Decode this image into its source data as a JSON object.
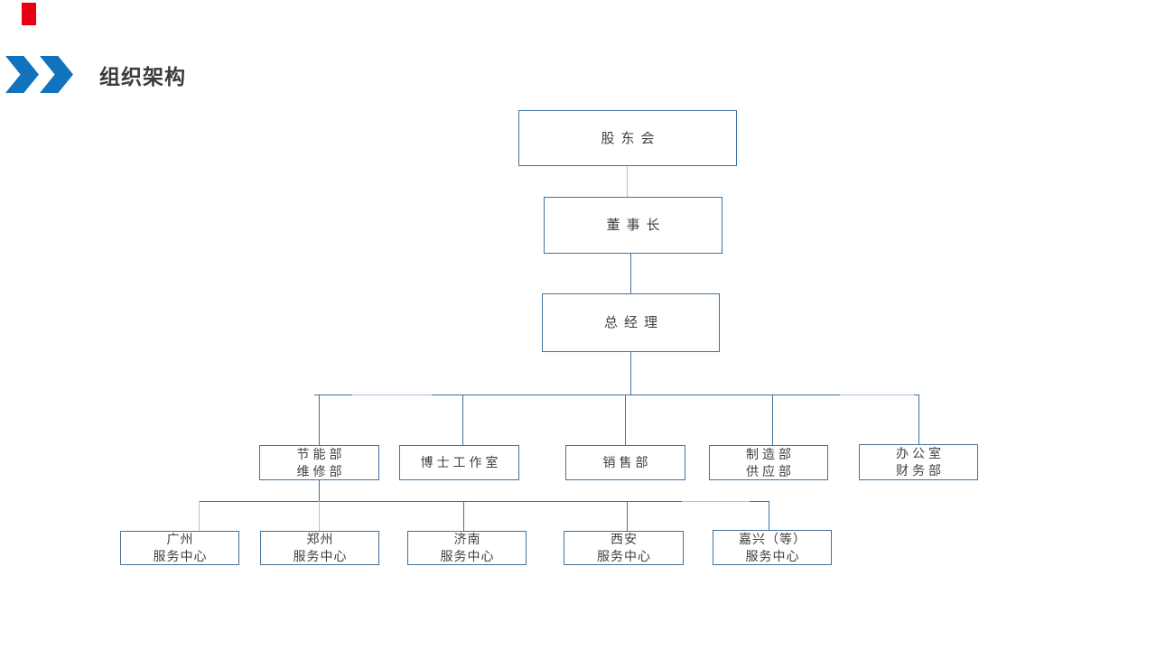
{
  "slide": {
    "title": "组织架构"
  },
  "colors": {
    "accent_blue": "#1172BD",
    "corner_red": "#E60012",
    "connector_blue": "#41719C",
    "connector_light_blue": "#A9C4E4",
    "box_border_blue": "#41719C",
    "box_text_gray": "#404040",
    "title_gray": "#3B3B3B"
  },
  "org": {
    "root": {
      "label": "股东会"
    },
    "chairman": {
      "label": "董事长"
    },
    "general_manager": {
      "label": "总经理"
    },
    "departments": [
      {
        "line1": "节能部",
        "line2": "维修部"
      },
      {
        "line1": "博士工作室"
      },
      {
        "line1": "销售部"
      },
      {
        "line1": "制造部",
        "line2": "供应部"
      },
      {
        "line1": "办公室",
        "line2": "财务部"
      }
    ],
    "service_centers": [
      {
        "line1": "广州",
        "line2": "服务中心"
      },
      {
        "line1": "郑州",
        "line2": "服务中心"
      },
      {
        "line1": "济南",
        "line2": "服务中心"
      },
      {
        "line1": "西安",
        "line2": "服务中心"
      },
      {
        "line1": "嘉兴（等）",
        "line2": "服务中心"
      }
    ]
  }
}
